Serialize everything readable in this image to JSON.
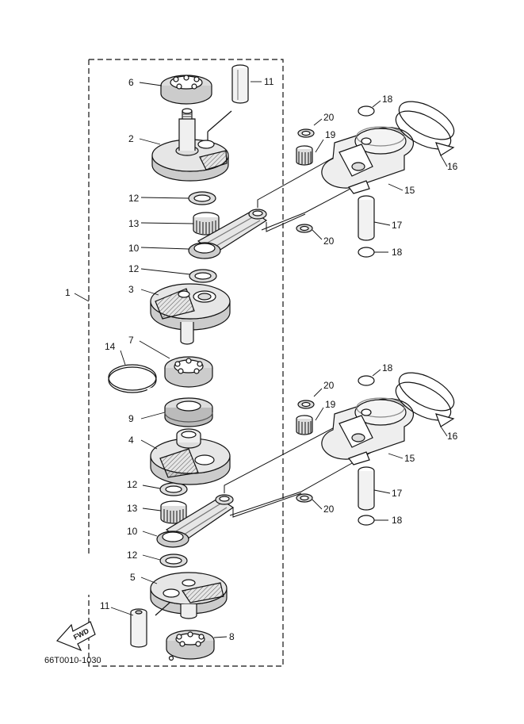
{
  "diagram": {
    "drawing_code": "66T0010-1030",
    "direction_label": "FWD",
    "callouts": {
      "c1": "1",
      "c2": "2",
      "c3": "3",
      "c4": "4",
      "c5": "5",
      "c6": "6",
      "c7": "7",
      "c8": "8",
      "c9": "9",
      "c10a": "10",
      "c10b": "10",
      "c11a": "11",
      "c11b": "11",
      "c12a": "12",
      "c12b": "12",
      "c12c": "12",
      "c12d": "12",
      "c13a": "13",
      "c13b": "13",
      "c14": "14",
      "c15a": "15",
      "c15b": "15",
      "c16a": "16",
      "c16b": "16",
      "c17a": "17",
      "c17b": "17",
      "c18a": "18",
      "c18b": "18",
      "c18c": "18",
      "c18d": "18",
      "c19a": "19",
      "c19b": "19",
      "c20a": "20",
      "c20b": "20",
      "c20c": "20",
      "c20d": "20"
    },
    "colors": {
      "line": "#111111",
      "shade": "#bbbbbb",
      "light": "#e6e6e6"
    }
  }
}
